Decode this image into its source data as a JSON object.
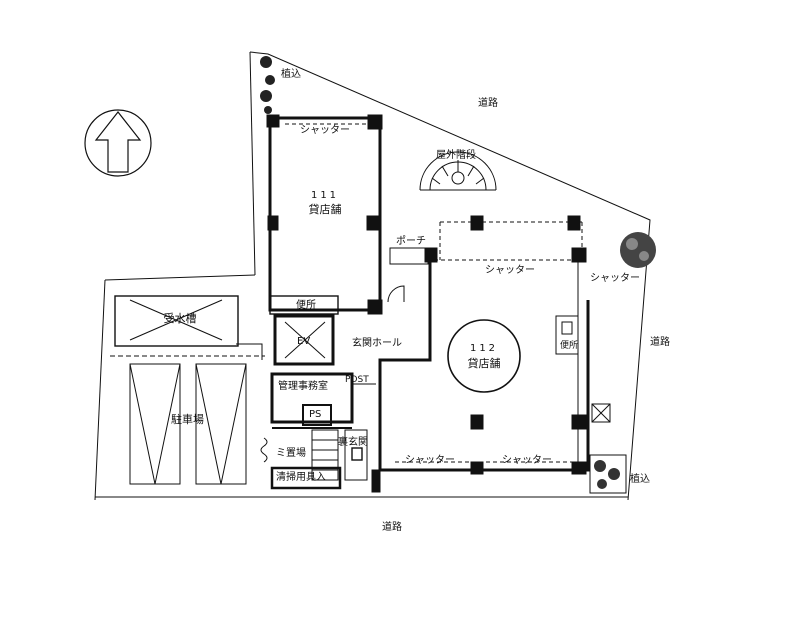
{
  "labels": {
    "planting_top": "植込",
    "road_top": "道路",
    "outdoor_stairs": "屋外階段",
    "shutter_111": "シャッター",
    "unit_111_no": "111",
    "unit_111_name": "貸店舗",
    "porch": "ポーチ",
    "shutter_112_top": "シャッター",
    "shutter_right": "シャッター",
    "water_tank": "受水槽",
    "toilet_left": "便所",
    "ev": "EV",
    "entrance_hall": "玄関ホール",
    "unit_112_no": "112",
    "unit_112_name": "貸店舗",
    "toilet_right": "便所",
    "road_right": "道路",
    "post": "POST",
    "mgmt_office": "管理事務室",
    "parking": "駐車場",
    "ps": "PS",
    "back_entrance": "裏玄関",
    "garbage": "ミ置場",
    "shutter_bottom_left": "シャッター",
    "shutter_bottom_right": "シャッター",
    "cleaning": "清掃用具入",
    "planting_bottom": "植込",
    "road_bottom": "道路"
  }
}
